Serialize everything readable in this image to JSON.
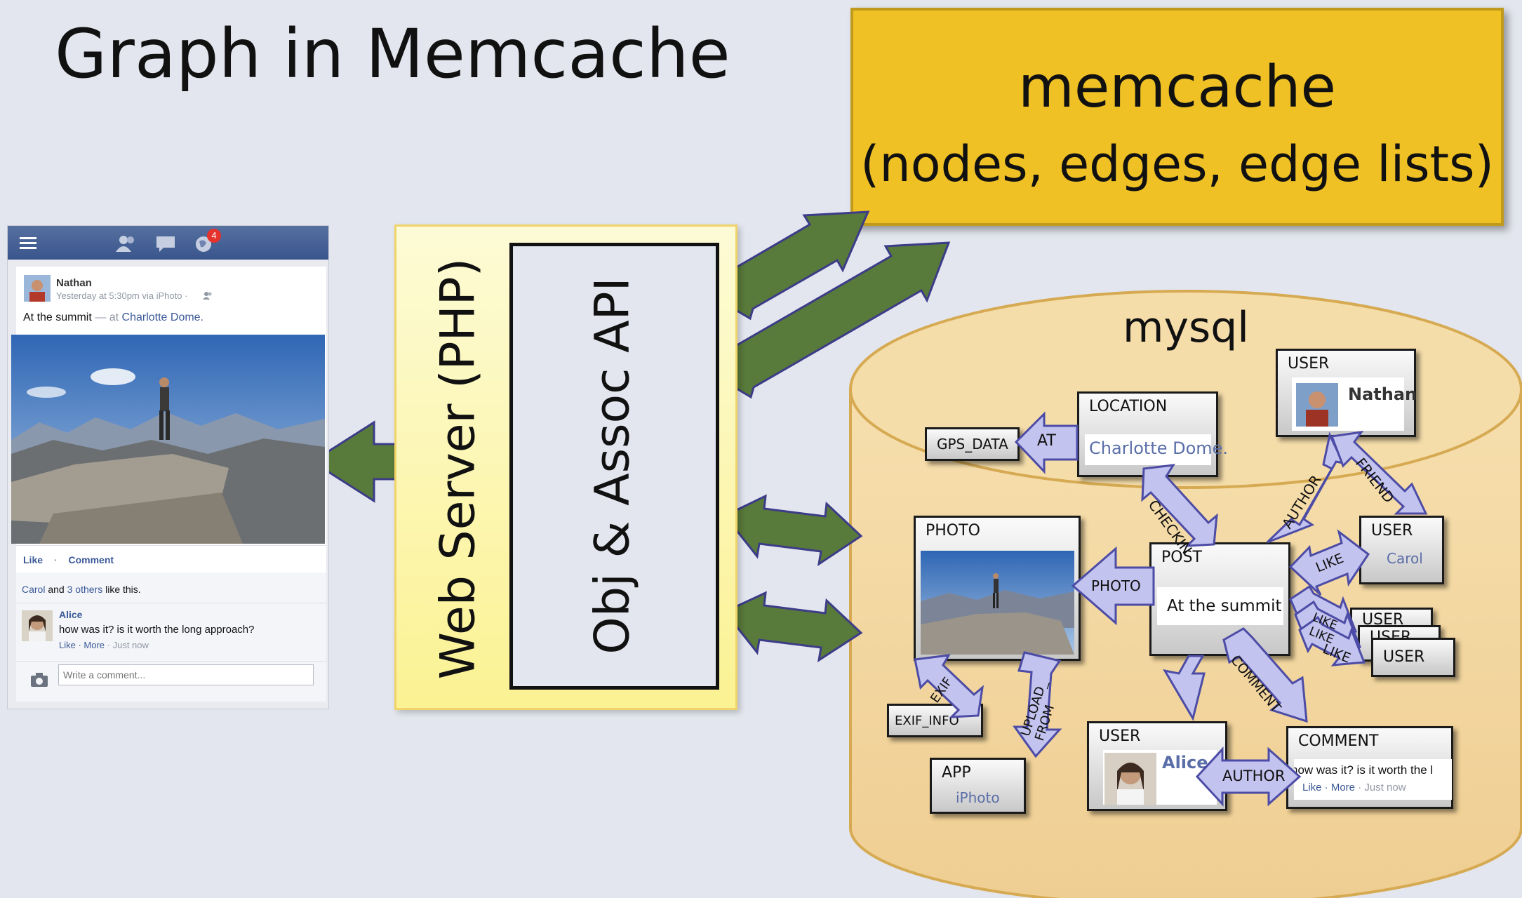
{
  "title": "Graph in Memcache",
  "memcache": {
    "line1": "memcache",
    "line2": "(nodes, edges, edge lists)"
  },
  "web_server": "Web Server (PHP)",
  "obj_api": "Obj & Assoc API",
  "mysql": "mysql",
  "phone": {
    "name": "Nathan",
    "meta": "Yesterday at 5:30pm via iPhoto ·",
    "status": "At the summit",
    "at": "— at",
    "place": "Charlotte Dome.",
    "like": "Like",
    "dot": "·",
    "comment": "Comment",
    "likes_name": "Carol",
    "likes_and": "and",
    "likes_others": "3 others",
    "likes_tail": "like this.",
    "commenter": "Alice",
    "comment_text": "how was it? is it worth the long approach?",
    "comment_actions": "Like · More",
    "comment_time": "· Just now",
    "comment_placeholder": "Write a comment...",
    "badge": "4"
  },
  "graph": {
    "location": {
      "header": "LOCATION",
      "value": "Charlotte Dome."
    },
    "gps": "GPS_DATA",
    "at": "AT",
    "user_nathan": {
      "header": "USER",
      "value": "Nathan"
    },
    "friend": "FRIEND",
    "author": "AUTHOR",
    "checkin": "CHECKIN",
    "post": {
      "header": "POST",
      "value": "At the summit"
    },
    "photo": {
      "header": "PHOTO"
    },
    "photo_edge": "PHOTO",
    "user_carol": {
      "header": "USER",
      "value": "Carol"
    },
    "like": "LIKE",
    "like_stack": [
      "LIKE",
      "LIKE",
      "LIKE"
    ],
    "user_stack": [
      "USER",
      "USER",
      "USER"
    ],
    "exif": "EXIF",
    "exif_info": "EXIF_INFO",
    "upload_from": "UPLOAD_ FROM",
    "app": {
      "header": "APP",
      "value": "iPhoto"
    },
    "comment_edge": "COMMENT",
    "user_alice": {
      "header": "USER",
      "value": "Alice"
    },
    "author2": "AUTHOR",
    "comment_node": {
      "header": "COMMENT",
      "text": "how was it? is it worth the l",
      "actions": "Like · More",
      "time": "· Just now"
    }
  }
}
